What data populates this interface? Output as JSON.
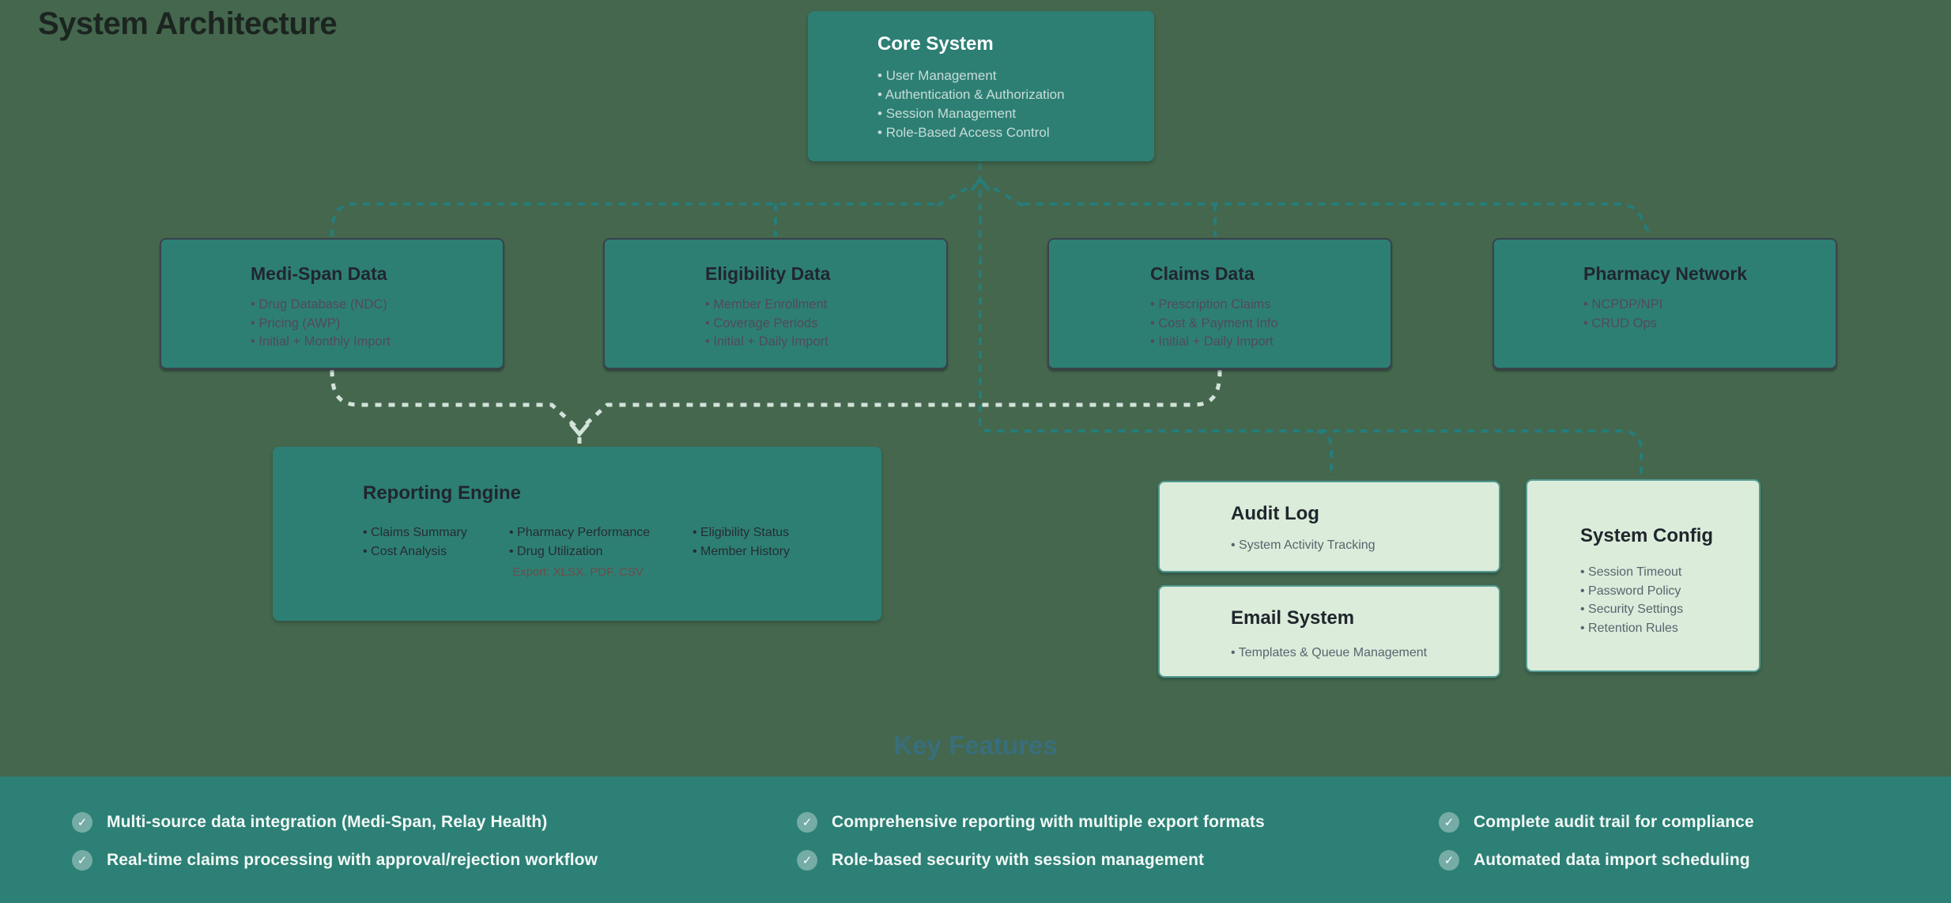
{
  "page": {
    "title": "System Architecture",
    "key_features_heading": "Key Features"
  },
  "nodes": {
    "core": {
      "title": "Core System",
      "items": [
        "User Management",
        "Authentication & Authorization",
        "Session Management",
        "Role-Based Access Control"
      ]
    },
    "medispan": {
      "title": "Medi-Span Data",
      "items": [
        "Drug Database (NDC)",
        "Pricing (AWP)",
        "Initial + Monthly Import"
      ]
    },
    "eligibility": {
      "title": "Eligibility Data",
      "items": [
        "Member Enrollment",
        "Coverage Periods",
        "Initial + Daily Import"
      ]
    },
    "claims": {
      "title": "Claims Data",
      "items": [
        "Prescription Claims",
        "Cost & Payment Info",
        "Initial + Daily Import"
      ]
    },
    "pharmacy": {
      "title": "Pharmacy Network",
      "items": [
        "NCPDP/NPI",
        "CRUD Ops"
      ]
    },
    "reporting": {
      "title": "Reporting Engine",
      "items": [
        "Claims Summary",
        "Cost Analysis",
        "Pharmacy Performance",
        "Drug Utilization",
        "Eligibility Status",
        "Member History"
      ],
      "export_note": "Export: XLSX, PDF, CSV"
    },
    "audit": {
      "title": "Audit Log",
      "items": [
        "System Activity Tracking"
      ]
    },
    "email": {
      "title": "Email System",
      "items": [
        "Templates & Queue Management"
      ]
    },
    "config": {
      "title": "System Config",
      "items": [
        "Session Timeout",
        "Password Policy",
        "Security Settings",
        "Retention Rules"
      ]
    }
  },
  "footer": {
    "check_icon": "✓",
    "features": [
      "Multi-source data integration (Medi-Span, Relay Health)",
      "Real-time claims processing with approval/rejection workflow",
      "Comprehensive reporting with multiple export formats",
      "Role-based security with session management",
      "Complete audit trail for compliance",
      "Automated data import scheduling"
    ]
  },
  "colors": {
    "bg": "#44674e",
    "teal_box": "#2d7f74",
    "footer_bg": "#2c8076",
    "dark_border": "#3c424c",
    "light_box": "#dbecdb",
    "light_border": "#529a91",
    "title_dark": "#1c2420",
    "core_title": "#ffffff",
    "core_bullets": "#c8dcd7",
    "node_title": "#21262e",
    "node_bullets": "#514b58",
    "reporting_bullets": "#272c31",
    "export_note": "#6e4c49",
    "light_title": "#20262c",
    "light_bullets": "#5a646d",
    "key_features": "#396e7c",
    "footer_text": "#f2f8f5",
    "dash_teal": "#267d7a",
    "dash_light": "#d2e3d9",
    "check_bg": "rgba(255,255,255,0.35)"
  }
}
